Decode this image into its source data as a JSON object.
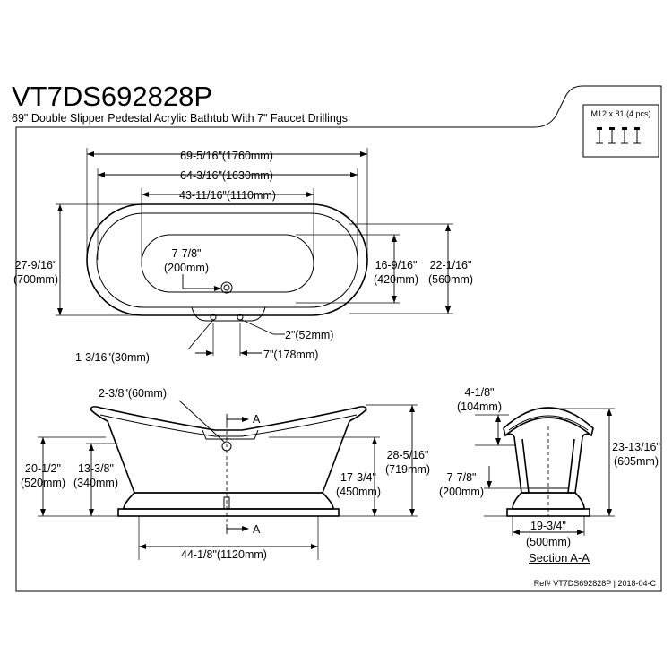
{
  "header": {
    "model": "VT7DS692828P",
    "description": "69\" Double Slipper Pedestal Acrylic Bathtub With 7\" Faucet Drillings"
  },
  "hardware_box": {
    "label": "M12 x 81 (4 pcs)",
    "bolt_count": 4
  },
  "top_view": {
    "overall_length": "69-5/16\"(1760mm)",
    "rim_length": "64-3/16\"(1630mm)",
    "inner_length": "43-11/16\"(1110mm)",
    "overall_width_in": "27-9/16\"",
    "overall_width_mm": "(700mm)",
    "drain_offset_in": "7-7/8\"",
    "drain_offset_mm": "(200mm)",
    "inner_width_in": "16-9/16\"",
    "inner_width_mm": "(420mm)",
    "rim_width_in": "22-1/16\"",
    "rim_width_mm": "(560mm)",
    "faucet_hole_dia": "2\"(52mm)",
    "overflow_dia": "1-3/16\"(30mm)",
    "faucet_spacing": "7\"(178mm)"
  },
  "side_view": {
    "drain_dia": "2-3/8\"(60mm)",
    "section_mark": "A",
    "height_total_in": "28-5/16\"",
    "height_total_mm": "(719mm)",
    "height_rim_in": "17-3/4\"",
    "height_rim_mm": "(450mm)",
    "height_end_in": "20-1/2\"",
    "height_end_mm": "(520mm)",
    "height_inner_in": "13-3/8\"",
    "height_inner_mm": "(340mm)",
    "base_length": "44-1/8\"(1120mm)"
  },
  "section_view": {
    "rim_depth_in": "4-1/8\"",
    "rim_depth_mm": "(104mm)",
    "height_in": "23-13/16\"",
    "height_mm": "(605mm)",
    "drain_height_in": "7-7/8\"",
    "drain_height_mm": "(200mm)",
    "base_width_in": "19-3/4\"",
    "base_width_mm": "(500mm)",
    "title": "Section A-A"
  },
  "footer": {
    "ref": "Ref# VT7DS692828P | 2018-04-C"
  }
}
